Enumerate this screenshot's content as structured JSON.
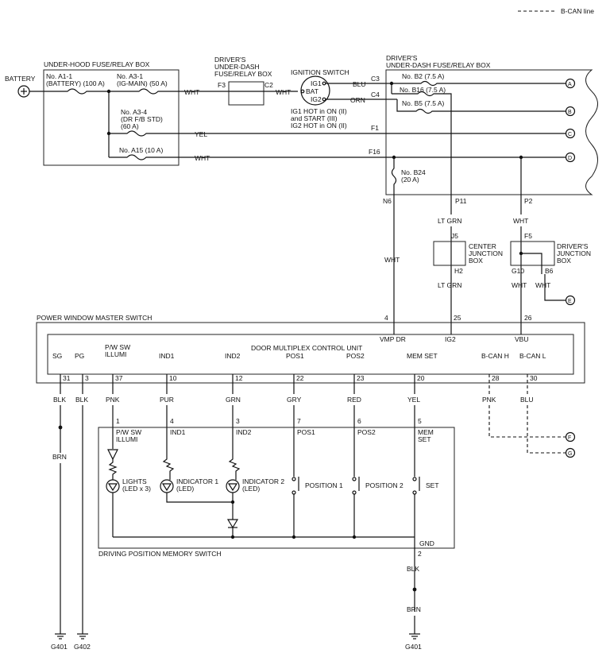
{
  "legend": {
    "label": "B-CAN line"
  },
  "battery": {
    "label": "BATTERY"
  },
  "underhood": {
    "title": "UNDER-HOOD FUSE/RELAY BOX",
    "fuse_a1_1": [
      "No. A1-1",
      "(BATTERY) (100 A)"
    ],
    "fuse_a3_1": [
      "No. A3-1",
      "(IG-MAIN) (50 A)"
    ],
    "fuse_a3_4": [
      "No. A3-4",
      "(DR F/B STD)",
      "(60 A)"
    ],
    "fuse_a15": "No. A15 (10 A)"
  },
  "driver_box1": {
    "title": [
      "DRIVER'S",
      "UNDER-DASH",
      "FUSE/RELAY BOX"
    ],
    "f3": "F3",
    "c2": "C2"
  },
  "ignition": {
    "title": "IGNITION SWITCH",
    "ig1": "IG1",
    "bat": "BAT",
    "ig2": "IG2",
    "notes": [
      "IG1 HOT in ON (II)",
      "and START (III)",
      "IG2 HOT in ON (II)"
    ]
  },
  "driver_box2": {
    "title": [
      "DRIVER'S",
      "UNDER-DASH FUSE/RELAY BOX"
    ],
    "c3": "C3",
    "c4": "C4",
    "f1": "F1",
    "f16": "F16",
    "n6": "N6",
    "p11": "P11",
    "p2": "P2",
    "fuse_b2": "No. B2 (7.5 A)",
    "fuse_b16": "No. B16 (7.5 A)",
    "fuse_b5": "No. B5 (7.5 A)",
    "fuse_b24": [
      "No. B24",
      "(20 A)"
    ]
  },
  "wires": {
    "wht1": "WHT",
    "wht2": "WHT",
    "yel": "YEL",
    "wht3": "WHT",
    "blu": "BLU",
    "orn": "ORN",
    "wht_n6": "WHT",
    "ltgrn_top": "LT GRN",
    "ltgrn_bottom": "LT GRN",
    "wht_p2": "WHT",
    "wht_g10": "WHT",
    "wht_b6": "WHT"
  },
  "center_jb": {
    "j5": "J5",
    "h2": "H2",
    "title": [
      "CENTER",
      "JUNCTION",
      "BOX"
    ]
  },
  "driver_jb": {
    "f5": "F5",
    "g10": "G10",
    "b6": "B6",
    "title": [
      "DRIVER'S",
      "JUNCTION",
      "BOX"
    ]
  },
  "connectors": {
    "a": "A",
    "b": "B",
    "c": "C",
    "d": "D",
    "e": "E",
    "f": "F",
    "g": "G"
  },
  "master_switch": {
    "title": "POWER WINDOW MASTER SWITCH",
    "unit": "DOOR MULTIPLEX CONTROL UNIT",
    "pin4": "4",
    "pin25": "25",
    "pin26": "26",
    "vmp_dr": "VMP DR",
    "ig2": "IG2",
    "vbu": "VBU",
    "terms": [
      {
        "label": [
          "SG"
        ],
        "pin": "31",
        "color": "BLK"
      },
      {
        "label": [
          "PG"
        ],
        "pin": "3",
        "color": "BLK"
      },
      {
        "label": [
          "P/W SW",
          "ILLUMI"
        ],
        "pin": "37",
        "color": "PNK"
      },
      {
        "label": [
          "IND1"
        ],
        "pin": "10",
        "color": "PUR"
      },
      {
        "label": [
          "IND2"
        ],
        "pin": "12",
        "color": "GRN"
      },
      {
        "label": [
          "POS1"
        ],
        "pin": "22",
        "color": "GRY"
      },
      {
        "label": [
          "POS2"
        ],
        "pin": "23",
        "color": "RED"
      },
      {
        "label": [
          "MEM SET"
        ],
        "pin": "20",
        "color": "YEL"
      },
      {
        "label": [
          "B-CAN H"
        ],
        "pin": "28",
        "color": "PNK"
      },
      {
        "label": [
          "B-CAN L"
        ],
        "pin": "30",
        "color": "BLU"
      }
    ]
  },
  "memory_switch": {
    "title": "DRIVING POSITION MEMORY SWITCH",
    "gnd": "GND",
    "pin_gnd": "2",
    "terms": [
      {
        "pin": "1",
        "label": [
          "P/W SW",
          "ILLUMI"
        ]
      },
      {
        "pin": "4",
        "label": [
          "IND1"
        ]
      },
      {
        "pin": "3",
        "label": [
          "IND2"
        ]
      },
      {
        "pin": "7",
        "label": [
          "POS1"
        ]
      },
      {
        "pin": "6",
        "label": [
          "POS2"
        ]
      },
      {
        "pin": "5",
        "label": [
          "MEM",
          "SET"
        ]
      }
    ],
    "lights": [
      "LIGHTS",
      "(LED x 3)"
    ],
    "ind1": [
      "INDICATOR 1",
      "(LED)"
    ],
    "ind2": [
      "INDICATOR 2",
      "(LED)"
    ],
    "pos1": "POSITION 1",
    "pos2": "POSITION 2",
    "set": "SET"
  },
  "grounds": {
    "brn_left": "BRN",
    "blk_gnd": "BLK",
    "brn_right": "BRN",
    "g401_left": "G401",
    "g402": "G402",
    "g401_right": "G401"
  }
}
